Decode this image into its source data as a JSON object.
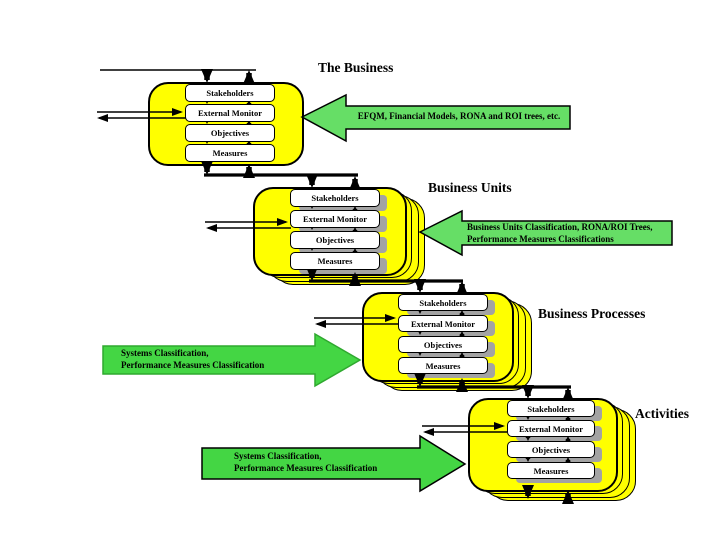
{
  "colors": {
    "box_fill": "#FFFF00",
    "box_border": "#000000",
    "subbox_fill": "#FFFFFF",
    "subbox_shadow": "#A3A3A3",
    "arrow_green_light": "#66DE66",
    "arrow_green_vivid": "#44D644",
    "connector": "#000000"
  },
  "levels": [
    {
      "title": "The Business",
      "rows": [
        "Stakeholders",
        "External Monitor",
        "Objectives",
        "Measures"
      ],
      "flow_arrow": {
        "direction": "left",
        "lines": [
          "EFQM, Financial Models, RONA and ROI trees, etc."
        ]
      }
    },
    {
      "title": "Business Units",
      "rows": [
        "Stakeholders",
        "External Monitor",
        "Objectives",
        "Measures"
      ],
      "flow_arrow": {
        "direction": "left",
        "lines": [
          "Business Units Classification, RONA/ROI Trees,",
          "Performance Measures Classifications"
        ]
      }
    },
    {
      "title": "Business Processes",
      "rows": [
        "Stakeholders",
        "External Monitor",
        "Objectives",
        "Measures"
      ],
      "flow_arrow": {
        "direction": "right",
        "lines": [
          "Systems Classification,",
          "Performance Measures Classification"
        ]
      }
    },
    {
      "title": "Activities",
      "rows": [
        "Stakeholders",
        "External Monitor",
        "Objectives",
        "Measures"
      ],
      "flow_arrow": {
        "direction": "right",
        "lines": [
          "Systems Classification,",
          "Performance Measures Classification"
        ]
      }
    }
  ]
}
